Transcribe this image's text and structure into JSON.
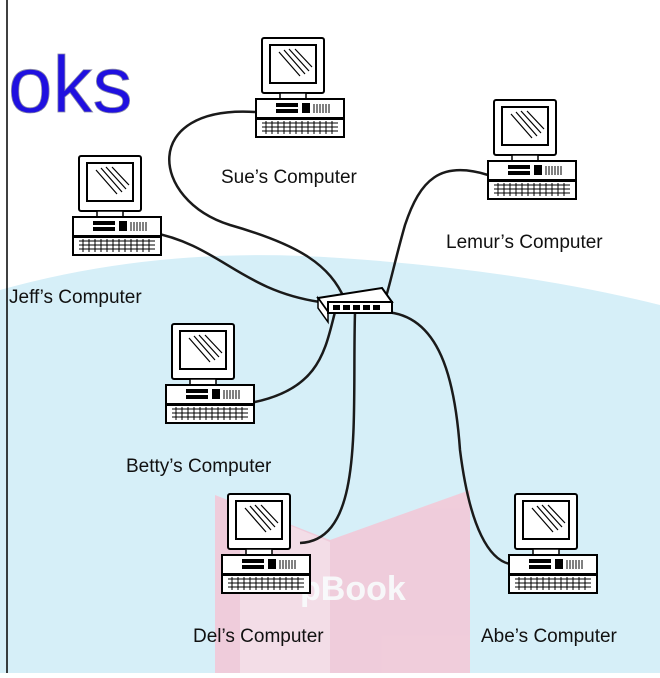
{
  "header_fragment": "oks",
  "watermark": "pBook",
  "computers": [
    {
      "id": "sue",
      "label": "Sue’s Computer"
    },
    {
      "id": "lemur",
      "label": "Lemur’s Computer"
    },
    {
      "id": "jeff",
      "label": "Jeff’s Computer"
    },
    {
      "id": "betty",
      "label": "Betty’s Computer"
    },
    {
      "id": "del",
      "label": "Del’s Computer"
    },
    {
      "id": "abe",
      "label": "Abe’s Computer"
    }
  ],
  "hub": {
    "icon": "network-hub-icon"
  },
  "colors": {
    "header_text": "#1f10e0",
    "background_band": "#d6eff8",
    "watermark_book": "#f4c7d6",
    "cable": "#1a1a1a"
  }
}
